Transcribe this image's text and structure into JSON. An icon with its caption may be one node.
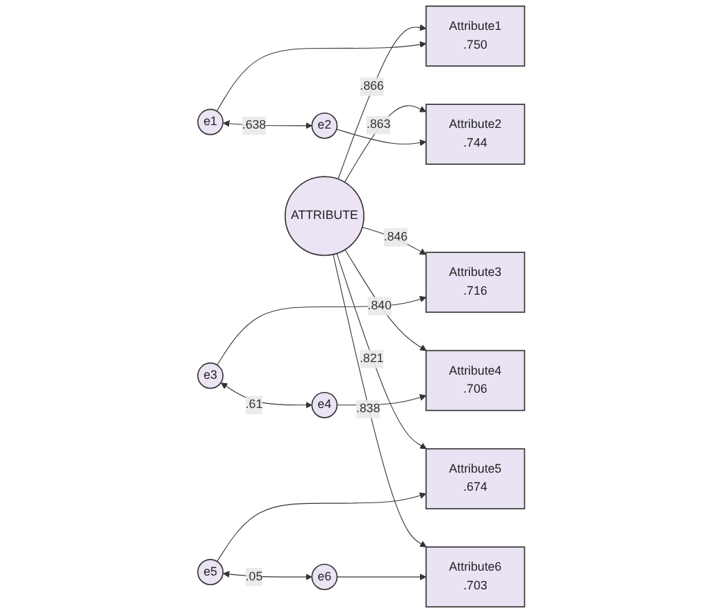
{
  "diagram": {
    "nodes": [
      {
        "text": [
          "ATTRIBUTE"
        ]
      },
      {
        "text": [
          "Attribute1",
          ".750"
        ]
      },
      {
        "text": [
          "Attribute2",
          ".744"
        ]
      },
      {
        "text": [
          "Attribute3",
          ".716"
        ]
      },
      {
        "text": [
          "Attribute4",
          ".706"
        ]
      },
      {
        "text": [
          "Attribute5",
          ".674"
        ]
      },
      {
        "text": [
          "Attribute6",
          ".703"
        ]
      },
      {
        "text": [
          "e1"
        ]
      },
      {
        "text": [
          "e2"
        ]
      },
      {
        "text": [
          "e3"
        ]
      },
      {
        "text": [
          "e4"
        ]
      },
      {
        "text": [
          "e5"
        ]
      },
      {
        "text": [
          "e6"
        ]
      }
    ],
    "edges": [
      {
        "from": 0,
        "to": 1,
        "arrow": "to",
        "label": ".866"
      },
      {
        "from": 0,
        "to": 2,
        "arrow": "to",
        "label": ".863"
      },
      {
        "from": 0,
        "to": 3,
        "arrow": "to",
        "label": ".846"
      },
      {
        "from": 0,
        "to": 4,
        "arrow": "to",
        "label": ".840"
      },
      {
        "from": 0,
        "to": 5,
        "arrow": "to",
        "label": ".821"
      },
      {
        "from": 0,
        "to": 6,
        "arrow": "to",
        "label": ".838"
      },
      {
        "from": 7,
        "to": 1,
        "arrow": "to"
      },
      {
        "from": 8,
        "to": 2,
        "arrow": "to"
      },
      {
        "from": 9,
        "to": 3,
        "arrow": "to"
      },
      {
        "from": 10,
        "to": 4,
        "arrow": "to"
      },
      {
        "from": 11,
        "to": 5,
        "arrow": "to"
      },
      {
        "from": 12,
        "to": 6,
        "arrow": "to"
      },
      {
        "from": 7,
        "to": 8,
        "arrow": "both",
        "label": ".638"
      },
      {
        "from": 9,
        "to": 10,
        "arrow": "both",
        "label": ".61"
      },
      {
        "from": 11,
        "to": 12,
        "arrow": "both",
        "label": ".05"
      }
    ]
  }
}
